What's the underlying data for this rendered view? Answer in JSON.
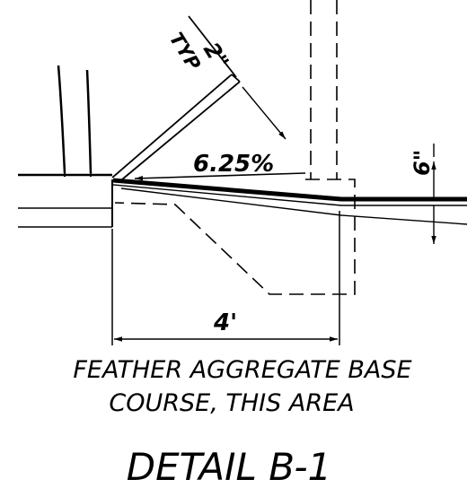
{
  "labels": {
    "dim_2in": "2\"",
    "typ": "TYP",
    "slope": "6.25%",
    "dim_6in": "6\"",
    "dim_4ft": "4'",
    "note_line1": "FEATHER AGGREGATE BASE",
    "note_line2": "COURSE, THIS AREA",
    "title": "DETAIL B-1"
  },
  "colors": {
    "ink": "#000000",
    "paper": "#ffffff"
  }
}
